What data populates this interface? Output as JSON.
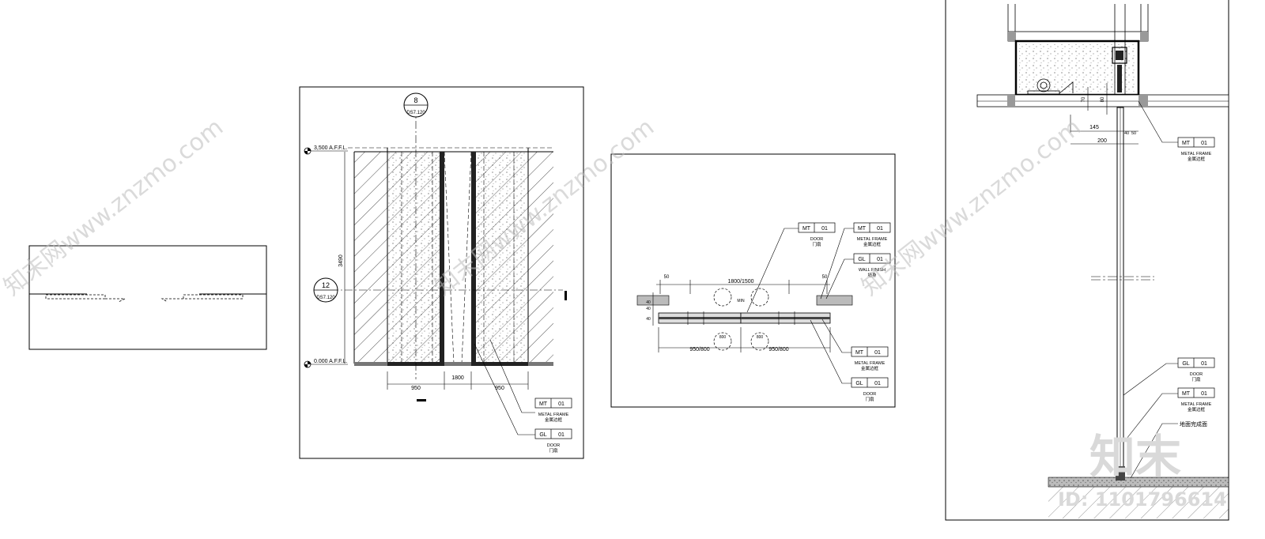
{
  "watermark": {
    "site_text": "知末网www.znzmo.com",
    "logo_text": "知末",
    "id_text": "ID: 1101796614"
  },
  "elevation": {
    "callout_top": {
      "number": "8",
      "sheet": "DS7.120"
    },
    "callout_side": {
      "number": "12",
      "sheet": "DS7.120"
    },
    "level_top": "3,500  A.F.F.L.",
    "level_bottom": "0.000  A.F.F.L.",
    "height_dim": "3490",
    "dim_left": "950",
    "dim_center": "1800",
    "dim_right": "950",
    "tag_metal_frame": {
      "code": "MT",
      "num": "01",
      "en": "METAL FRAME",
      "cn": "金属边框"
    },
    "tag_door": {
      "code": "GL",
      "num": "01",
      "en": "DOOR",
      "cn": "门扇"
    }
  },
  "plan": {
    "dim_top_small": "50",
    "dim_top_center": "1800/1500",
    "dim_top_right": "50",
    "dim_side_a": "40",
    "dim_side_b": "40",
    "dim_side_c": "40",
    "min_label": "MIN",
    "circle_dim_left": "800",
    "circle_dim_right": "800",
    "dim_bottom_left": "950/800",
    "dim_bottom_right": "950/800",
    "tag_door": {
      "code": "MT",
      "num": "01",
      "en": "DOOR",
      "cn": "门扇"
    },
    "tag_metal_frame_top": {
      "code": "MT",
      "num": "01",
      "en": "METAL FRAME",
      "cn": "金属边框"
    },
    "tag_wall_finish": {
      "code": "GL",
      "num": "01",
      "en": "WALL FINISH",
      "cn": "墙身"
    },
    "tag_metal_frame_bottom": {
      "code": "MT",
      "num": "01",
      "en": "METAL FRAME",
      "cn": "金属边框"
    },
    "tag_door_bottom": {
      "code": "GL",
      "num": "01",
      "en": "DOOR",
      "cn": "门扇"
    }
  },
  "section": {
    "dim_70": "70",
    "dim_80": "80",
    "dim_145": "145",
    "dim_200": "200",
    "dim_40": "40",
    "dim_50": "50",
    "tag_metal_frame_top": {
      "code": "MT",
      "num": "01",
      "en": "METAL FRAME",
      "cn": "金属边框"
    },
    "tag_door": {
      "code": "GL",
      "num": "01",
      "en": "DOOR",
      "cn": "门扇"
    },
    "tag_metal_frame_bottom": {
      "code": "MT",
      "num": "01",
      "en": "METAL FRAME",
      "cn": "金属边框"
    },
    "floor_note": "地面完成面"
  }
}
